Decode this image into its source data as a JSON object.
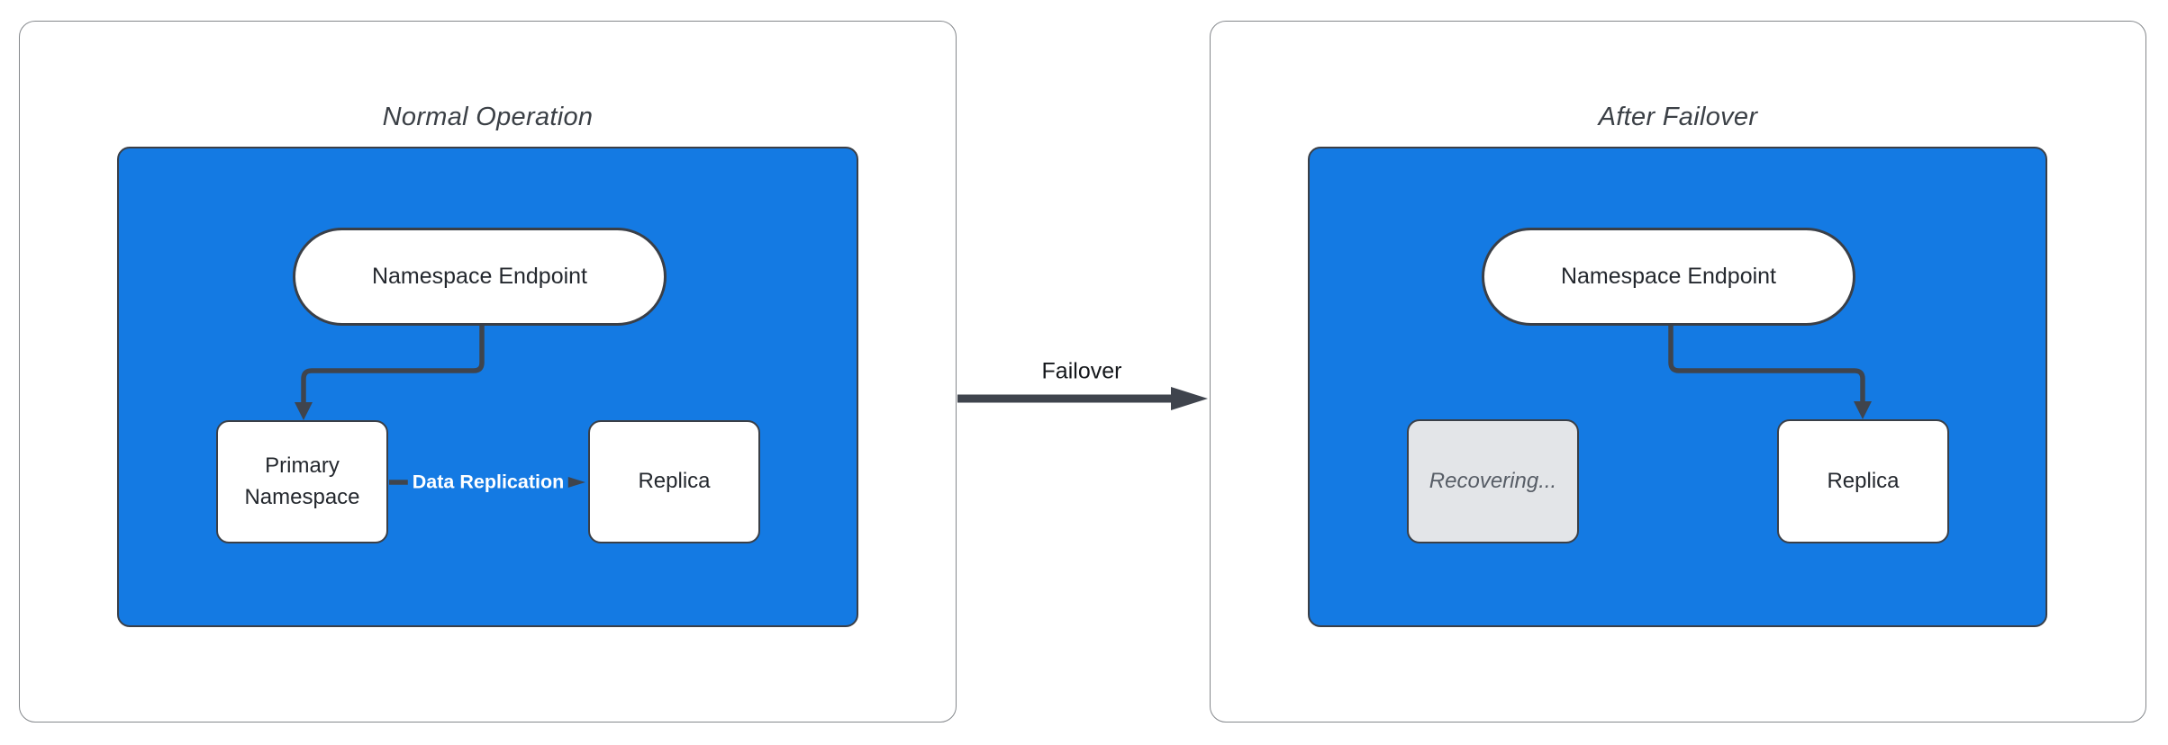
{
  "diagram": {
    "panels": [
      {
        "title": "Normal Operation",
        "nodes": {
          "endpoint": "Namespace Endpoint",
          "primary": "Primary Namespace",
          "replica": "Replica"
        },
        "edge_label": "Data Replication"
      },
      {
        "title": "After Failover",
        "nodes": {
          "endpoint": "Namespace Endpoint",
          "recovering": "Recovering...",
          "replica": "Replica"
        }
      }
    ],
    "transition_label": "Failover",
    "colors": {
      "container_fill": "#147AE3",
      "node_border": "#3A3F47",
      "connector": "#3F444D",
      "recovering_fill": "#E3E5E8",
      "recovering_text": "#575D66",
      "title_text": "#3B4046",
      "node_text": "#24282E",
      "panel_border": "#85888C",
      "edge_label_text": "#FFFFFF",
      "transition_text": "#14171B"
    }
  }
}
